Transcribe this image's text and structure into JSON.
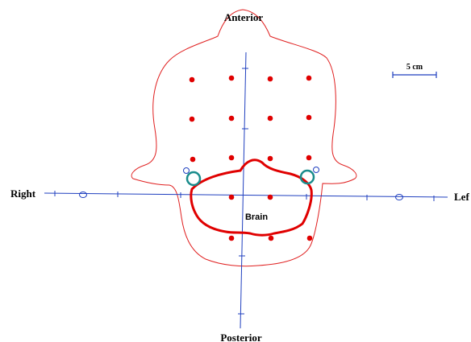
{
  "labels": {
    "anterior": "Anterior",
    "posterior": "Posterior",
    "right": "Right",
    "left": "Lef",
    "brain": "Brain",
    "scale": "5 cm"
  },
  "colors": {
    "outline": "#e02020",
    "axis": "#1f3fbf",
    "marker": "#e00000",
    "brain": "#e00000",
    "ring": "#1a8c8c",
    "small_ring": "#1f3fbf"
  },
  "marker_count": 17
}
